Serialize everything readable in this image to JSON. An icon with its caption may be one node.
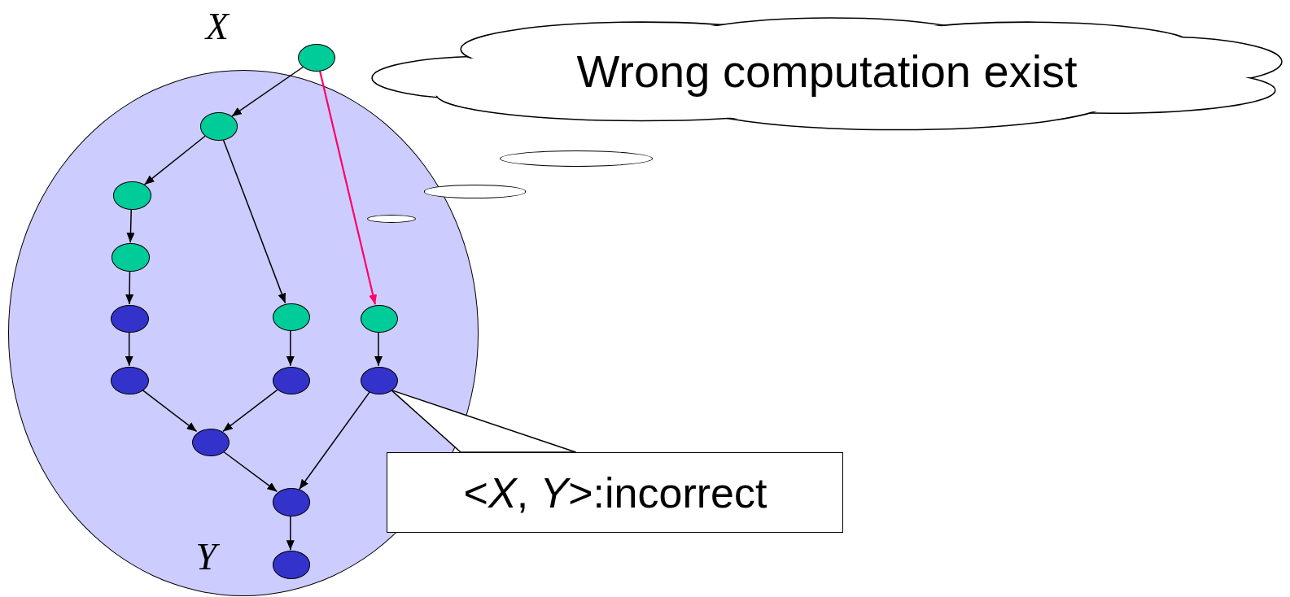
{
  "diagram": {
    "nodes": [
      {
        "text": [],
        "shape": "ellipse",
        "beside": [
          "X"
        ]
      },
      {
        "text": [
          "Wrong computation exist"
        ]
      },
      {
        "text": [],
        "shape": "ellipse"
      },
      {
        "text": [],
        "shape": "ellipse",
        "in": 2
      },
      {
        "text": [],
        "shape": "ellipse",
        "in": 2
      },
      {
        "text": [],
        "shape": "ellipse",
        "in": 2
      },
      {
        "text": [],
        "shape": "ellipse",
        "in": 2
      },
      {
        "text": [],
        "shape": "ellipse",
        "in": 2
      },
      {
        "text": [],
        "shape": "ellipse",
        "in": 2
      },
      {
        "text": [],
        "shape": "ellipse",
        "in": 2
      },
      {
        "text": [],
        "shape": "ellipse",
        "in": 2
      },
      {
        "text": [],
        "shape": "ellipse",
        "in": 2
      },
      {
        "text": [],
        "shape": "ellipse",
        "in": 2
      },
      {
        "text": [],
        "shape": "ellipse",
        "in": 2
      },
      {
        "text": [],
        "shape": "ellipse",
        "in": 2,
        "beside": [
          "Y"
        ]
      },
      {
        "text": [
          "<*X*, *Y*>:incorrect"
        ]
      },
      {
        "text": [],
        "shape": "ellipse"
      },
      {
        "text": [],
        "shape": "ellipse"
      },
      {
        "text": [],
        "shape": "ellipse",
        "in": 2
      }
    ],
    "edges": [
      {
        "from": 0,
        "to": 3,
        "arrow": "to"
      },
      {
        "from": 0,
        "to": 8,
        "arrow": "to",
        "color": "#ff0066"
      },
      {
        "from": 3,
        "to": 4,
        "arrow": "to"
      },
      {
        "from": 3,
        "to": 7,
        "arrow": "to"
      },
      {
        "from": 4,
        "to": 5,
        "arrow": "to"
      },
      {
        "from": 5,
        "to": 6,
        "arrow": "to"
      },
      {
        "from": 6,
        "to": 9,
        "arrow": "to"
      },
      {
        "from": 7,
        "to": 10,
        "arrow": "to"
      },
      {
        "from": 8,
        "to": 11,
        "arrow": "to"
      },
      {
        "from": 9,
        "to": 12,
        "arrow": "to"
      },
      {
        "from": 10,
        "to": 12,
        "arrow": "to"
      },
      {
        "from": 12,
        "to": 13,
        "arrow": "to"
      },
      {
        "from": 11,
        "to": 13,
        "arrow": "to"
      },
      {
        "from": 13,
        "to": 14,
        "arrow": "to"
      },
      {
        "from": 15,
        "to": 11,
        "arrow": "none"
      }
    ]
  }
}
